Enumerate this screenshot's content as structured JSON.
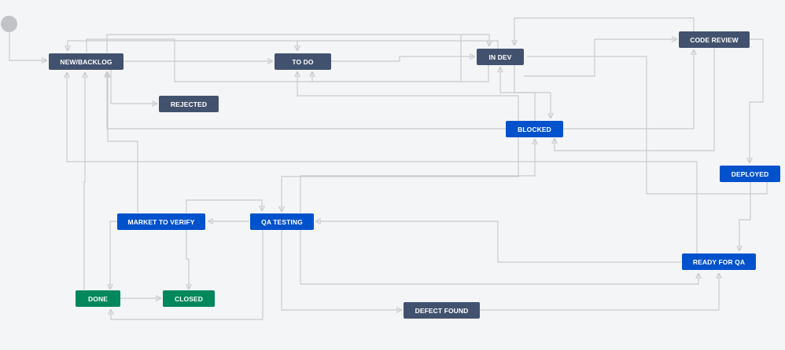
{
  "colors": {
    "todo": "#42526e",
    "inprogress": "#0052cc",
    "done": "#00875a",
    "edge": "#c9cbce",
    "start": "#c1c3c6",
    "background": "#f4f5f7"
  },
  "nodes": [
    {
      "id": "new_backlog",
      "label": "NEW/BACKLOG",
      "category": "todo"
    },
    {
      "id": "to_do",
      "label": "TO DO",
      "category": "todo"
    },
    {
      "id": "in_dev",
      "label": "IN DEV",
      "category": "todo"
    },
    {
      "id": "code_review",
      "label": "CODE REVIEW",
      "category": "todo"
    },
    {
      "id": "rejected",
      "label": "REJECTED",
      "category": "todo"
    },
    {
      "id": "blocked",
      "label": "BLOCKED",
      "category": "inprogress"
    },
    {
      "id": "deployed",
      "label": "DEPLOYED",
      "category": "inprogress"
    },
    {
      "id": "market_to_verify",
      "label": "MARKET TO VERIFY",
      "category": "inprogress"
    },
    {
      "id": "qa_testing",
      "label": "QA TESTING",
      "category": "inprogress"
    },
    {
      "id": "ready_for_qa",
      "label": "READY FOR QA",
      "category": "inprogress"
    },
    {
      "id": "done",
      "label": "DONE",
      "category": "done"
    },
    {
      "id": "closed",
      "label": "CLOSED",
      "category": "done"
    },
    {
      "id": "defect_found",
      "label": "DEFECT FOUND",
      "category": "todo"
    }
  ]
}
